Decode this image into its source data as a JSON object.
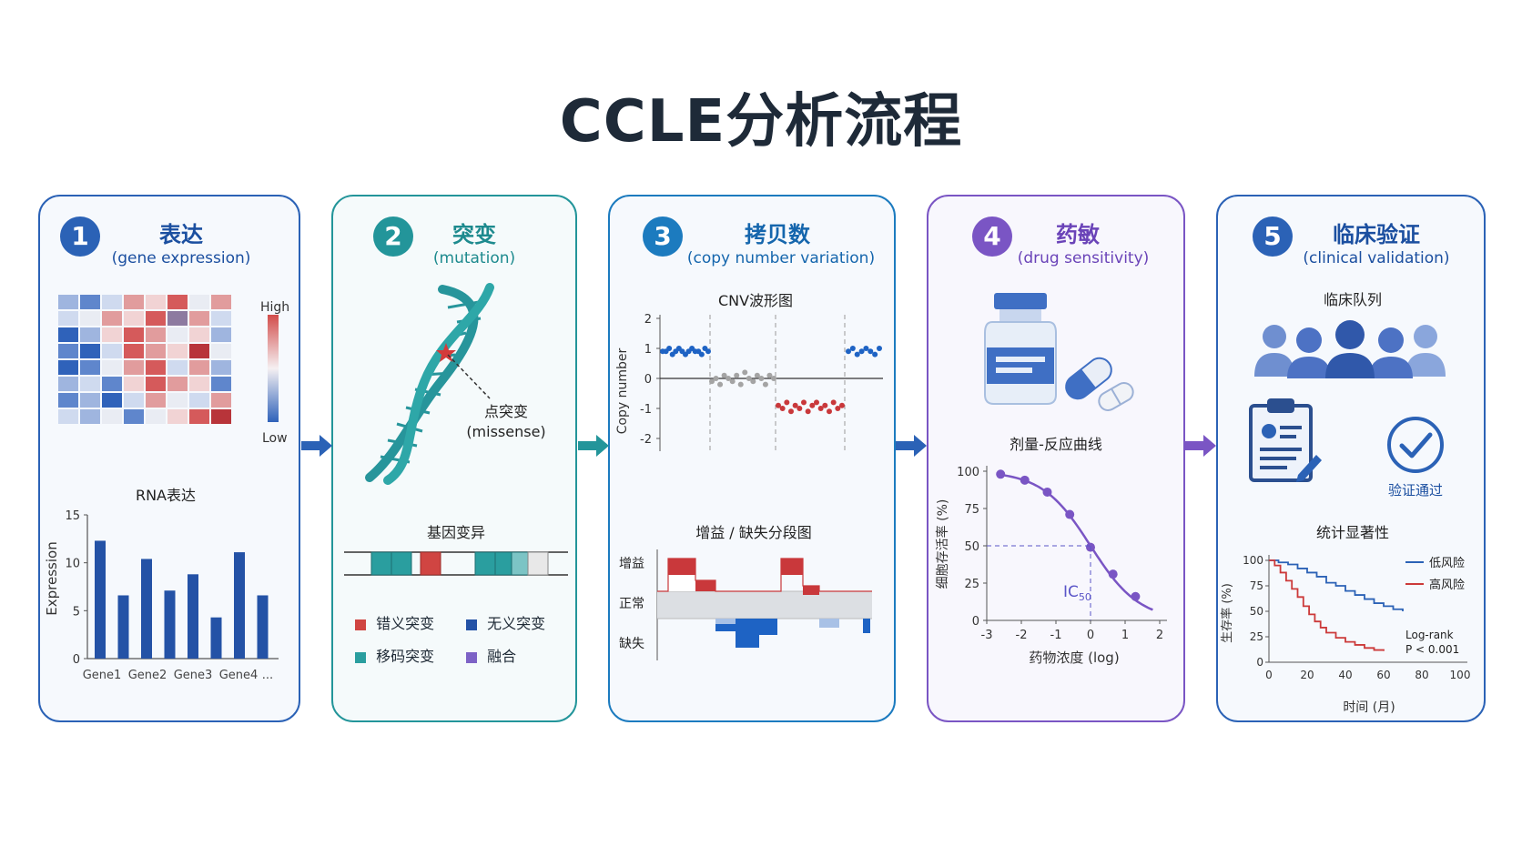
{
  "title": "CCLE分析流程",
  "colors": {
    "panel1": "#2b62b6",
    "panel2": "#23959a",
    "panel3": "#1c7bbf",
    "panel4": "#7a55c4",
    "panel5": "#2b62b6"
  },
  "panels": [
    {
      "number": "1",
      "title": "表达",
      "subtitle": "(gene expression)",
      "heatmap_legend": {
        "high": "High",
        "low": "Low"
      },
      "bar_chart": {
        "title": "RNA表达",
        "ylabel": "Expression",
        "yticks": [
          "15",
          "10",
          "5",
          "0"
        ],
        "xticks": [
          "Gene1",
          "Gene2",
          "Gene3",
          "Gene4",
          "..."
        ]
      }
    },
    {
      "number": "2",
      "title": "突变",
      "subtitle": "(mutation)",
      "dna_annotation": [
        "点突变",
        "(missense)"
      ],
      "section_title": "基因变异",
      "legend": [
        {
          "label": "错义突变",
          "color": "#d04542"
        },
        {
          "label": "无义突变",
          "color": "#2452a6"
        },
        {
          "label": "移码突变",
          "color": "#2a9e9f"
        },
        {
          "label": "融合",
          "color": "#7d62c6"
        }
      ]
    },
    {
      "number": "3",
      "title": "拷贝数",
      "subtitle": "(copy number variation)",
      "cnv_title": "CNV波形图",
      "cnv_ylabel": "Copy number",
      "cnv_yticks": [
        "2",
        "1",
        "0",
        "-1",
        "-2"
      ],
      "segment_title": "增益 / 缺失分段图",
      "segment_labels": [
        "增益",
        "正常",
        "缺失"
      ]
    },
    {
      "number": "4",
      "title": "药敏",
      "subtitle": "(drug sensitivity)",
      "curve_title": "剂量-反应曲线",
      "ylabel": "细胞存活率 (%)",
      "xlabel": "药物浓度 (log)",
      "yticks": [
        "100",
        "75",
        "50",
        "25",
        "0"
      ],
      "xticks": [
        "-3",
        "-2",
        "-1",
        "0",
        "1",
        "2"
      ],
      "ic50": "IC",
      "ic50_sub": "50"
    },
    {
      "number": "5",
      "title": "临床验证",
      "subtitle": "(clinical validation)",
      "cohort_title": "临床队列",
      "validation_label": "验证通过",
      "stats_title": "统计显著性",
      "ylabel": "生存率 (%)",
      "xlabel": "时间 (月)",
      "yticks": [
        "100",
        "75",
        "50",
        "25",
        "0"
      ],
      "xticks": [
        "0",
        "20",
        "40",
        "60",
        "80",
        "100"
      ],
      "legend": [
        {
          "label": "低风险",
          "color": "#2b62b6"
        },
        {
          "label": "高风险",
          "color": "#cc3a3a"
        }
      ],
      "test_label": "Log-rank",
      "pvalue": "P < 0.001"
    }
  ],
  "chart_data": [
    {
      "type": "bar",
      "title": "RNA表达",
      "ylabel": "Expression",
      "ylim": [
        0,
        15
      ],
      "categories": [
        "Gene1",
        "",
        "Gene2",
        "",
        "Gene3",
        "",
        "Gene4",
        ""
      ],
      "values": [
        12.3,
        6.6,
        10.4,
        7.1,
        8.8,
        4.3,
        11.1,
        6.6
      ]
    },
    {
      "type": "scatter",
      "title": "CNV波形图",
      "ylabel": "Copy number",
      "ylim": [
        -2,
        2
      ],
      "series": [
        {
          "values": [
            0.9,
            0.9,
            1,
            0.8,
            0.9,
            1,
            0.9,
            0.8,
            0.9,
            1,
            0.9,
            0.9,
            0.8,
            1,
            0.9
          ]
        },
        {
          "values": [
            -0.1,
            0,
            -0.2,
            0.1,
            0,
            -0.1,
            0.1,
            -0.2,
            0.2,
            0,
            -0.1,
            0.1,
            0,
            -0.2,
            0.1,
            0
          ]
        },
        {
          "values": [
            -0.9,
            -1,
            -0.8,
            -1.1,
            -0.9,
            -1,
            -0.8,
            -1.1,
            -0.9,
            -0.8,
            -1,
            -0.9,
            -1.1,
            -0.8,
            -1,
            -0.9
          ]
        },
        {
          "values": [
            0.9,
            1,
            0.8,
            0.9,
            1,
            0.9,
            0.8,
            1
          ]
        }
      ]
    },
    {
      "type": "line",
      "title": "剂量-反应曲线",
      "xlabel": "药物浓度 (log)",
      "ylabel": "细胞存活率 (%)",
      "xlim": [
        -3,
        2
      ],
      "ylim": [
        0,
        100
      ],
      "x": [
        -2.6,
        -1.9,
        -1.25,
        -0.6,
        0,
        0.65,
        1.3
      ],
      "y": [
        98,
        94,
        86,
        71,
        49,
        31,
        16
      ]
    },
    {
      "type": "line",
      "title": "统计显著性",
      "xlabel": "时间 (月)",
      "ylabel": "生存率 (%)",
      "xlim": [
        0,
        100
      ],
      "ylim": [
        0,
        100
      ],
      "series": [
        {
          "name": "低风险",
          "x": [
            0,
            5,
            10,
            15,
            20,
            25,
            30,
            35,
            40,
            45,
            50,
            55,
            60,
            65,
            70
          ],
          "y": [
            100,
            98,
            96,
            92,
            88,
            84,
            78,
            75,
            70,
            66,
            62,
            58,
            55,
            52,
            50
          ]
        },
        {
          "name": "高风险",
          "x": [
            0,
            3,
            6,
            9,
            12,
            15,
            18,
            21,
            24,
            27,
            30,
            35,
            40,
            45,
            50,
            55,
            60
          ],
          "y": [
            100,
            95,
            88,
            80,
            72,
            64,
            55,
            47,
            40,
            34,
            29,
            24,
            20,
            17,
            14,
            12,
            11
          ]
        }
      ]
    }
  ]
}
